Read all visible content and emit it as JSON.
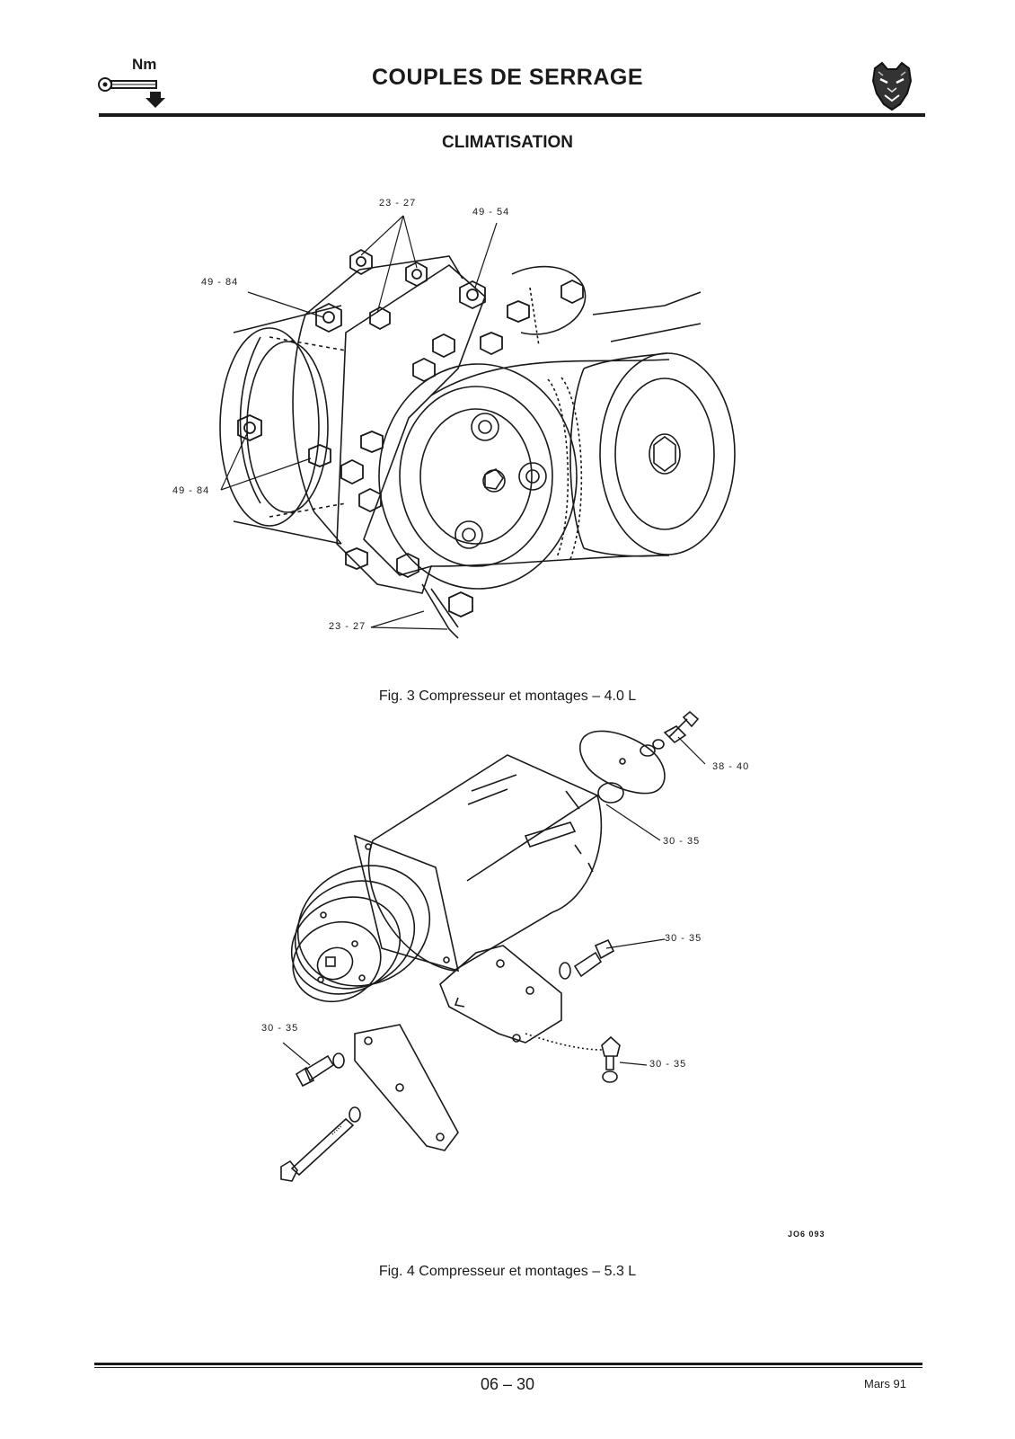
{
  "header": {
    "icon_label": "Nm",
    "title": "COUPLES DE SERRAGE",
    "logo": "jaguar-head-logo"
  },
  "section": {
    "title": "CLIMATISATION"
  },
  "figure3": {
    "caption": "Fig. 3 Compresseur et montages – 4.0 L",
    "torque_labels": [
      "23 - 27",
      "49 - 54",
      "49 - 84",
      "49 - 84",
      "23 - 27"
    ]
  },
  "figure4": {
    "caption": "Fig. 4 Compresseur et montages – 5.3 L",
    "torque_labels": [
      "38 - 40",
      "30 - 35",
      "30 - 35",
      "30 - 35",
      "30 - 35"
    ],
    "code": "JO6 093"
  },
  "footer": {
    "page": "06 – 30",
    "date": "Mars 91"
  }
}
